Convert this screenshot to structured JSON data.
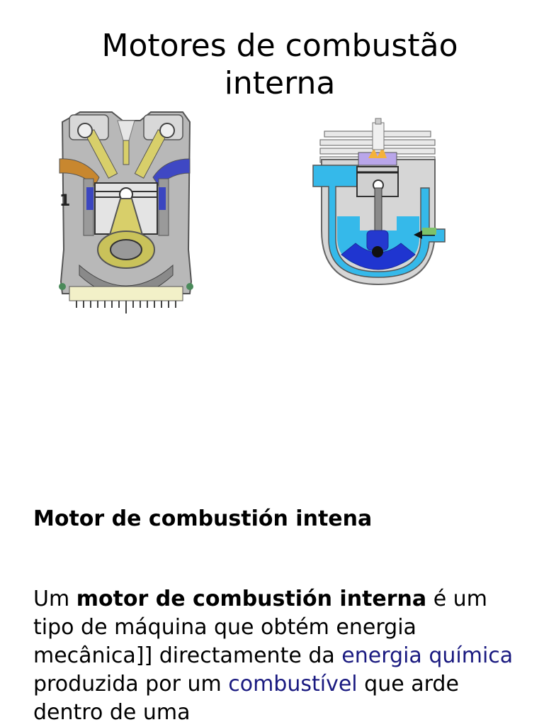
{
  "title_line1": "Motores de combustão",
  "title_line2": "interna",
  "figure_four_stroke": {
    "label": "1",
    "icon": "four-stroke-engine-diagram"
  },
  "figure_two_stroke": {
    "icon": "two-stroke-engine-diagram"
  },
  "subheading": "Motor de combustión intena",
  "paragraph": {
    "t1": "Um ",
    "bold": "motor de combustión interna",
    "t2": " é um tipo de máquina que obtém energia mecânica]] directamente da ",
    "link1": "energia química",
    "t3": " produzida por um ",
    "link2": "combustível",
    "t4": " que arde dentro de uma"
  },
  "colors": {
    "link": "#1a1a80",
    "water": "#29b6e8",
    "piston_blue": "#2233cc"
  }
}
